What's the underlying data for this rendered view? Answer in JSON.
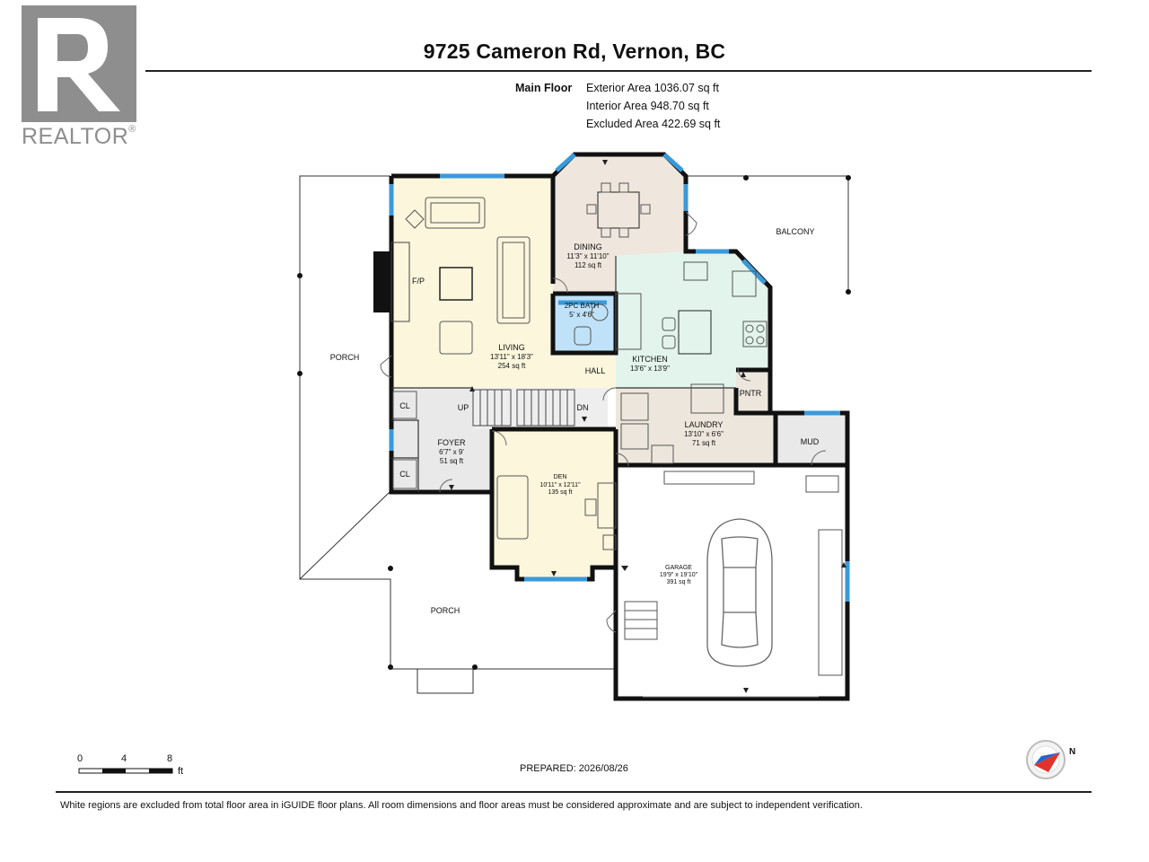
{
  "header": {
    "title": "9725 Cameron Rd, Vernon, BC",
    "logo_text": "REALTOR",
    "logo_mark": "®"
  },
  "summary": {
    "floor": "Main Floor",
    "exterior": "Exterior Area 1036.07 sq ft",
    "interior": "Interior Area 948.70 sq ft",
    "excluded": "Excluded Area 422.69 sq ft"
  },
  "rooms": {
    "living": {
      "name": "LIVING",
      "dims": "13'11\" x 18'3\"",
      "area": "254 sq ft"
    },
    "dining": {
      "name": "DINING",
      "dims": "11'3\" x 11'10\"",
      "area": "112 sq ft"
    },
    "kitchen": {
      "name": "KITCHEN",
      "dims": "13'6\" x 13'9\""
    },
    "bath": {
      "name": "2PC BATH",
      "dims": "5' x 4'6\""
    },
    "laundry": {
      "name": "LAUNDRY",
      "dims": "13'10\" x 6'6\"",
      "area": "71 sq ft"
    },
    "foyer": {
      "name": "FOYER",
      "dims": "6'7\" x 9'",
      "area": "51 sq ft"
    },
    "den": {
      "name": "DEN",
      "dims": "10'11\" x 12'11\"",
      "area": "135 sq ft"
    },
    "garage": {
      "name": "GARAGE",
      "dims": "19'9\" x 19'10\"",
      "area": "391 sq ft"
    },
    "hall": "HALL",
    "pntr": "PNTR",
    "mud": "MUD",
    "cl": "CL",
    "fp": "F/P",
    "balcony": "BALCONY",
    "porch": "PORCH",
    "up": "UP",
    "dn": "DN"
  },
  "scale": {
    "t0": "0",
    "t4": "4",
    "t8": "8",
    "unit": "ft"
  },
  "compass": {
    "label": "N"
  },
  "footer": {
    "prepared": "PREPARED: 2026/08/26",
    "disclaimer": "White regions are excluded from total floor area in iGUIDE floor plans. All room dimensions and floor areas must be considered approximate and are subject to independent verification."
  },
  "colors": {
    "living": "#fbf6dc",
    "dining": "#efe6dd",
    "kitchen": "#e3f4ec",
    "bath": "#bfe2f8",
    "laundry": "#ede6dc",
    "foyer": "#e9e9e9",
    "den": "#fbf6dc",
    "window": "#3a9ad9",
    "wall": "#111111"
  }
}
